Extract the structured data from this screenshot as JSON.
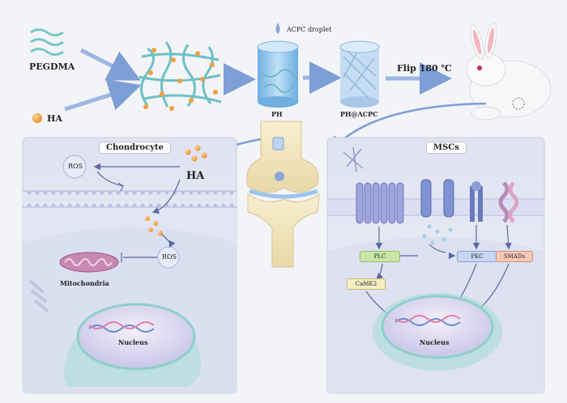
{
  "top": {
    "pegdma_label": "PEGDMA",
    "ha_label": "HA",
    "droplet_label": "ACPC droplet",
    "ph_label": "PH",
    "phacpc_label": "PH@ACPC",
    "flip_label": "Flip 180 ℃"
  },
  "left_panel": {
    "title": "Chondrocyte",
    "ros_top": "ROS",
    "ha": "HA",
    "ros_mid": "ROS",
    "mito": "Mitochondria",
    "nucleus": "Nucleus"
  },
  "right_panel": {
    "title": "MSCs",
    "plc": "PLC",
    "pkc": "PKC",
    "smads": "SMADs",
    "camk2": "CaMK2",
    "nucleus": "Nucleus"
  },
  "colors": {
    "background": "#f3f4f8",
    "panel_fill": "#e3e7f4",
    "membrane": "#c9d0ea",
    "ha_bead": "#f0a040",
    "fiber": "#6ec0c4",
    "arrow": "#7e9ed6",
    "plc_fill": "#c9e6a6",
    "pkc_fill": "#c8d6f4",
    "smads_fill": "#f6c8b8",
    "camk2_fill": "#f4eec2"
  }
}
